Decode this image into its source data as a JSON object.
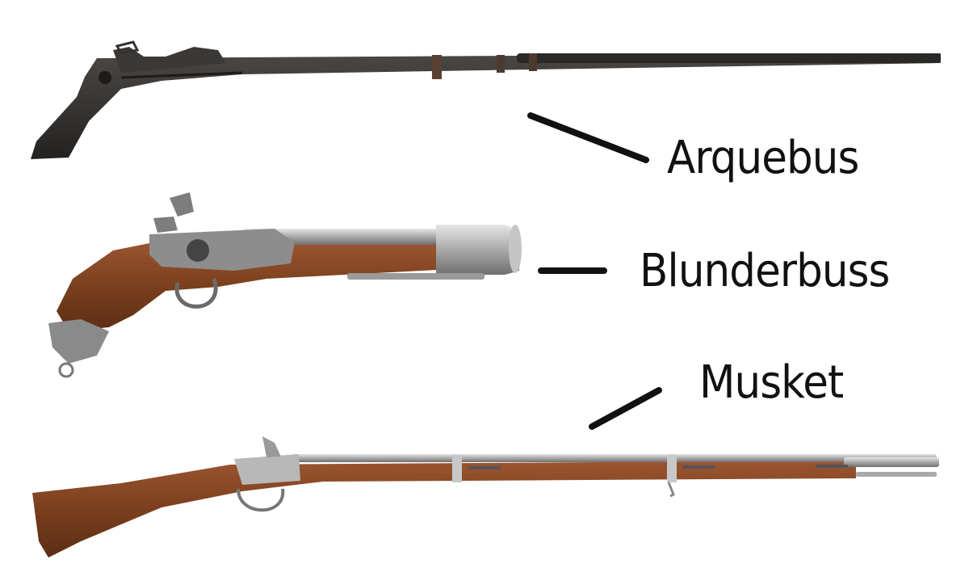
{
  "labels": {
    "arquebus": "Arquebus",
    "blunderbuss": "Blunderbuss",
    "musket": "Musket"
  },
  "colors": {
    "background": "#ffffff",
    "text": "#111111",
    "connector": "#111111",
    "iron_dark": "#2f2d2b",
    "wood": "#7a3f1d",
    "metal": "#b7b7b7"
  },
  "icons": [
    "arquebus-icon",
    "blunderbuss-icon",
    "musket-icon"
  ]
}
